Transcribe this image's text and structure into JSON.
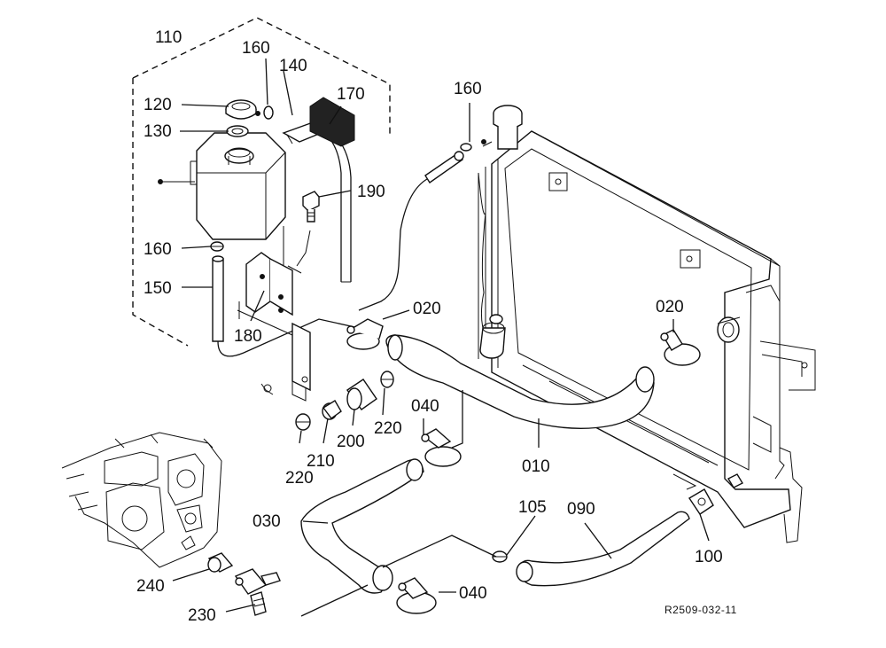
{
  "labels": {
    "p110": "110",
    "p160a": "160",
    "p140": "140",
    "p120": "120",
    "p170": "170",
    "p130": "130",
    "p190": "190",
    "p160b": "160",
    "p150": "150",
    "p180": "180",
    "p160c": "160",
    "p020a": "020",
    "p020b": "020",
    "p220a": "220",
    "p200": "200",
    "p040a": "040",
    "p210": "210",
    "p220b": "220",
    "p010": "010",
    "p030": "030",
    "p105": "105",
    "p090": "090",
    "p100": "100",
    "p240": "240",
    "p230": "230",
    "p040b": "040"
  },
  "reference": "R2509-032-11"
}
